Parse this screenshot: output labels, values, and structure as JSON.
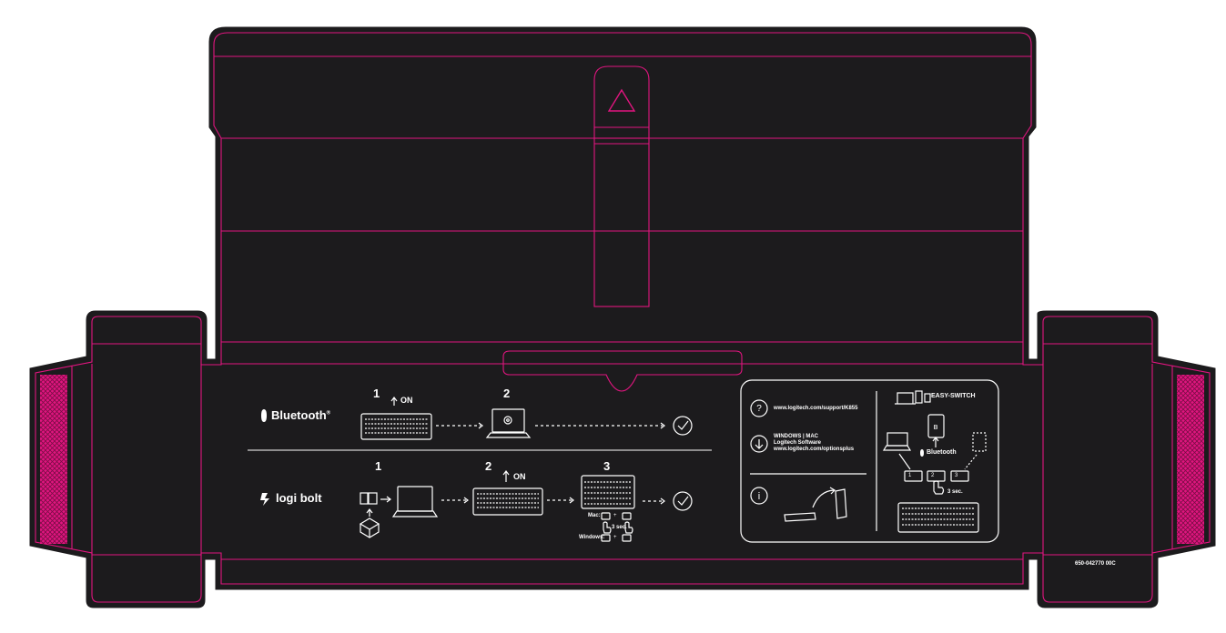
{
  "colors": {
    "board": "#1c1b1d",
    "dieline": "#e0157f",
    "ink": "#ffffff",
    "background": "#ffffff"
  },
  "bluetooth_row": {
    "brand": "Bluetooth",
    "trademark": "®",
    "step1": "1",
    "step1_on": "ON",
    "step2": "2",
    "icons": [
      "bluetooth-icon",
      "keyboard-icon",
      "laptop-gear-icon",
      "check-circle-icon"
    ]
  },
  "bolt_row": {
    "brand": "logi bolt",
    "step1": "1",
    "step2": "2",
    "step2_on": "ON",
    "step3": "3",
    "mac_label": "Mac:",
    "hold_label": "3 sec.",
    "windows_label": "Windows:",
    "icons": [
      "receiver-icon",
      "box-icon",
      "laptop-icon",
      "keyboard-icon",
      "check-circle-icon"
    ]
  },
  "info_panel": {
    "support_url": "www.logitech.com/support/K855",
    "os_heading": "WINDOWS | MAC",
    "software_label": "Logitech Software",
    "software_url": "www.logitech.com/optionsplus",
    "easy_switch_label": "EASY-SWITCH",
    "bluetooth_label": "Bluetooth",
    "channel_1": "1",
    "channel_2": "2",
    "channel_3": "3",
    "hold_label": "3 sec.",
    "icons": [
      "question-icon",
      "download-icon",
      "info-icon",
      "easy-switch-icon",
      "phone-icon",
      "laptop-icon",
      "tablet-icon",
      "keyboard-icon"
    ]
  },
  "part_number": "650-042770 00C",
  "lid_icon": "triangle-icon"
}
